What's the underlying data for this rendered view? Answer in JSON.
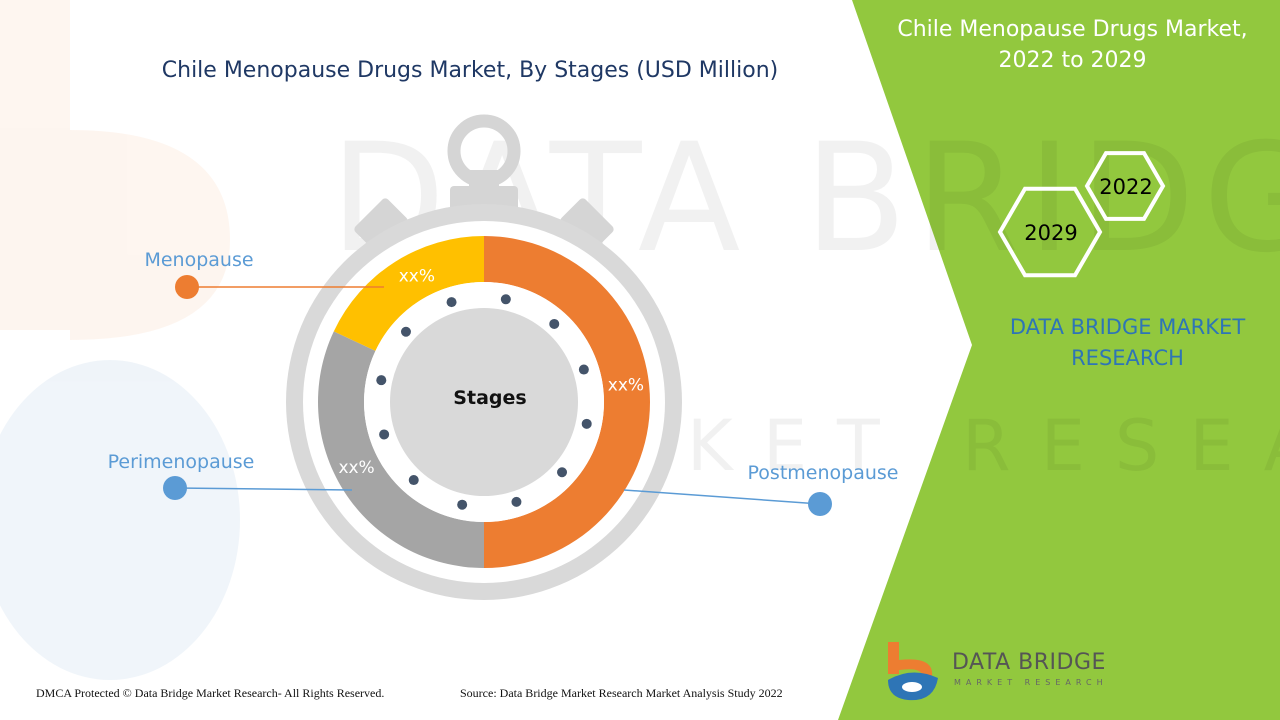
{
  "chart_data": {
    "type": "pie",
    "title": "Chile Menopause Drugs Market, By Stages (USD Million)",
    "center_label": "Stages",
    "categories": [
      "Postmenopause",
      "Perimenopause",
      "Menopause"
    ],
    "value_labels": [
      "xx%",
      "xx%",
      "xx%"
    ],
    "values": [
      50,
      32,
      18
    ],
    "colors": [
      "#ed7d31",
      "#a5a5a5",
      "#ffc000"
    ]
  },
  "side_panel": {
    "title_line1": "Chile Menopause Drugs Market,",
    "title_line2": "2022 to 2029",
    "year_start": "2022",
    "year_end": "2029",
    "brand_line1": "DATA BRIDGE MARKET",
    "brand_line2": "RESEARCH",
    "color": "#92c83e"
  },
  "watermark": {
    "line1": "DATA BRIDGE",
    "line2": "MARKET RESEARCH"
  },
  "footer": {
    "copyright": "DMCA Protected © Data Bridge Market Research- All Rights Reserved.",
    "source": "Source: Data Bridge Market Research Market Analysis Study 2022"
  },
  "logo": {
    "name": "DATA BRIDGE",
    "tagline": "MARKET RESEARCH",
    "icon": "data-bridge-b-icon"
  }
}
